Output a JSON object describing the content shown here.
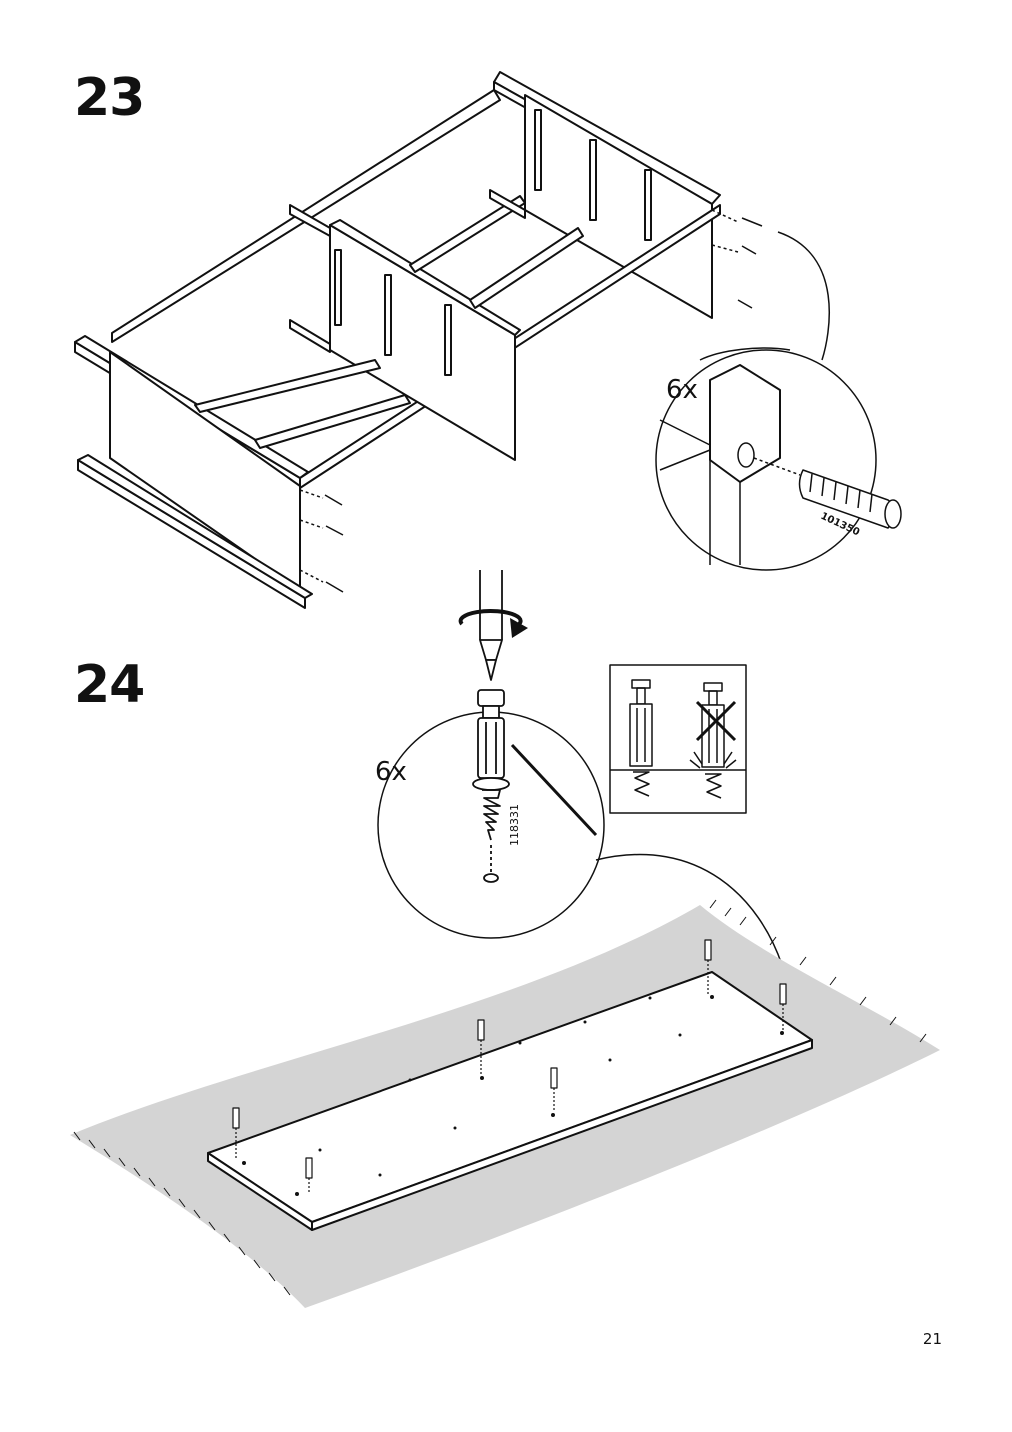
{
  "steps": [
    {
      "number": "23",
      "quantity": "6x",
      "part_code": "101350"
    },
    {
      "number": "24",
      "quantity": "6x",
      "part_code": "118331"
    }
  ],
  "page_number": "21",
  "colors": {
    "line": "#111111",
    "mat": "#d4d4d4",
    "background": "#ffffff"
  },
  "icons": [
    "dowel-icon",
    "cam-lock-screw-icon",
    "screwdriver-icon",
    "rotate-arrow-icon",
    "cross-mark-icon"
  ]
}
